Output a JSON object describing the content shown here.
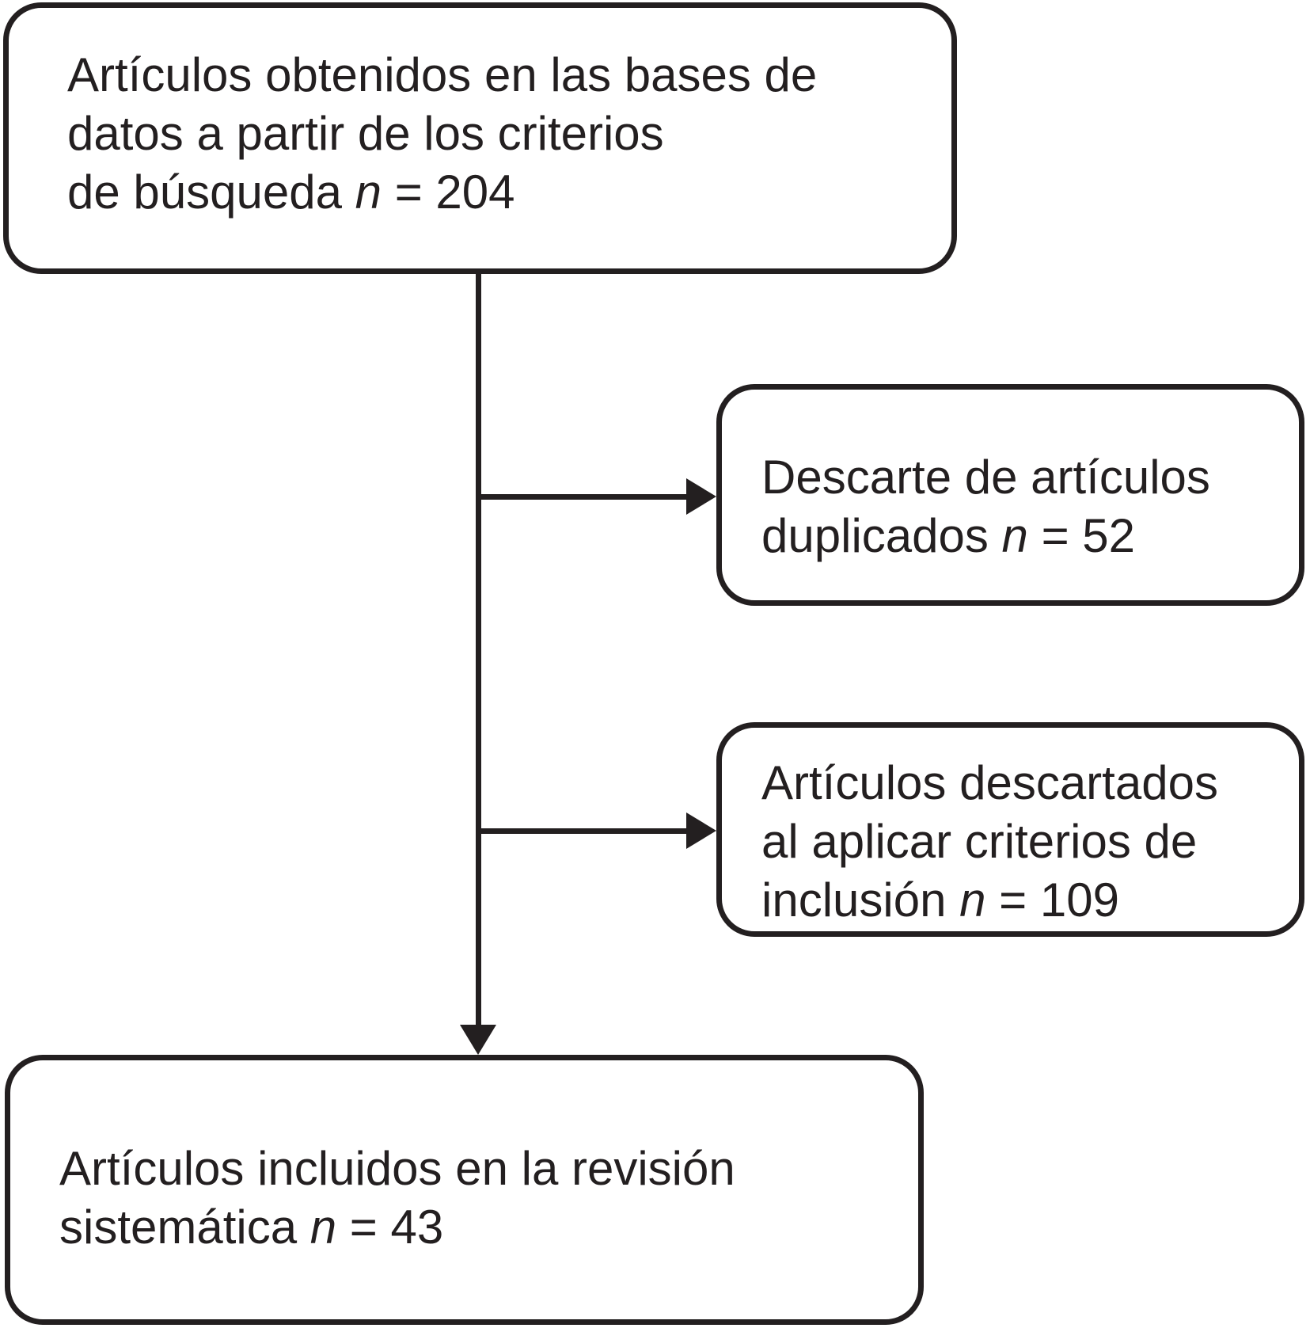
{
  "colors": {
    "stroke": "#231f20",
    "text": "#231f20",
    "background": "#ffffff"
  },
  "boxes": {
    "search_results": {
      "line1": "Artículos obtenidos en las bases de",
      "line2": "datos a partir de los criterios",
      "line3_pre": "de búsqueda ",
      "line3_n": "n",
      "line3_post": " = 204",
      "n_value": 204
    },
    "duplicates_removed": {
      "line1": "Descarte de artículos",
      "line2_pre": "duplicados ",
      "line2_n": "n",
      "line2_post": " = 52",
      "n_value": 52
    },
    "excluded_by_criteria": {
      "line1": "Artículos descartados",
      "line2": "al aplicar criterios de",
      "line3_pre": "inclusión ",
      "line3_n": "n",
      "line3_post": " = 109",
      "n_value": 109
    },
    "included_in_review": {
      "line1": "Artículos incluidos en la revisión",
      "line2_pre": "sistemática ",
      "line2_n": "n",
      "line2_post": " = 43",
      "n_value": 43
    }
  },
  "connectors": {
    "main_flow": "search_results → included_in_review",
    "branch_1": "search_results → duplicates_removed",
    "branch_2": "search_results → excluded_by_criteria"
  }
}
